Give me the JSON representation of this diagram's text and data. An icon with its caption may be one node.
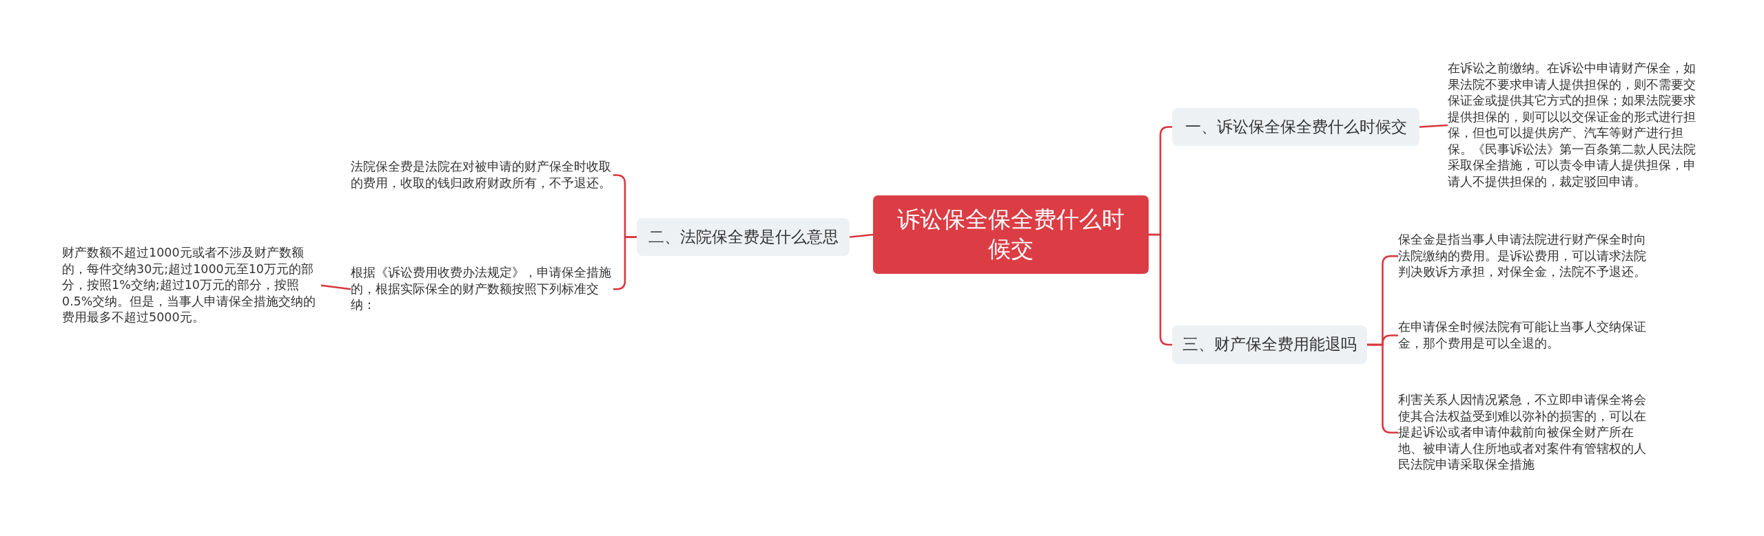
{
  "diagram": {
    "nodes": [
      {
        "text": [
          "诉讼保全保全费什么时候交"
        ]
      },
      {
        "text": [
          "一、诉讼保全保全费什么时候交"
        ]
      },
      {
        "text": [
          "在诉讼之前缴纳。在诉讼中申请财产保全，如果法院不要求申请人提供担保的，则不需要交保证金或提供其它方式的担保；如果法院要求提供担保的，则可以以交保证金的形式进行担保，但也可以提供房产、汽车等财产进行担保。《民事诉讼法》第一百条第二款人民法院采取保全措施，可以责令申请人提供担保，申请人不提供担保的，裁定驳回申请。"
        ]
      },
      {
        "text": [
          "二、法院保全费是什么意思"
        ]
      },
      {
        "text": [
          "法院保全费是法院在对被申请的财产保全时收取的费用，收取的钱归政府财政所有，不予退还。"
        ]
      },
      {
        "text": [
          "根据《诉讼费用收费办法规定》，申请保全措施的，根据实际保全的财产数额按照下列标准交纳："
        ]
      },
      {
        "text": [
          "财产数额不超过1000元或者不涉及财产数额的，每件交纳30元;超过1000元至10万元的部分，按照1%交纳;超过10万元的部分，按照0.5%交纳。但是，当事人申请保全措施交纳的费用最多不超过5000元。"
        ]
      },
      {
        "text": [
          "三、财产保全费用能退吗"
        ]
      },
      {
        "text": [
          "保全金是指当事人申请法院进行财产保全时向法院缴纳的费用。是诉讼费用，可以请求法院判决败诉方承担，对保全金，法院不予退还。"
        ]
      },
      {
        "text": [
          "在申请保全时候法院有可能让当事人交纳保证金，那个费用是可以全退的。"
        ]
      },
      {
        "text": [
          "利害关系人因情况紧急，不立即申请保全将会使其合法权益受到难以弥补的损害的，可以在提起诉讼或者申请仲裁前向被保全财产所在地、被申请人住所地或者对案件有管辖权的人民法院申请采取保全措施"
        ]
      }
    ],
    "edges": [
      {
        "from": 0,
        "to": 1,
        "arrow": "none"
      },
      {
        "from": 0,
        "to": 3,
        "arrow": "none"
      },
      {
        "from": 0,
        "to": 7,
        "arrow": "none"
      },
      {
        "from": 1,
        "to": 2,
        "arrow": "none"
      },
      {
        "from": 3,
        "to": 4,
        "arrow": "none"
      },
      {
        "from": 3,
        "to": 5,
        "arrow": "none"
      },
      {
        "from": 5,
        "to": 6,
        "arrow": "none"
      },
      {
        "from": 7,
        "to": 8,
        "arrow": "none"
      },
      {
        "from": 7,
        "to": 9,
        "arrow": "none"
      },
      {
        "from": 7,
        "to": 10,
        "arrow": "none"
      }
    ]
  }
}
